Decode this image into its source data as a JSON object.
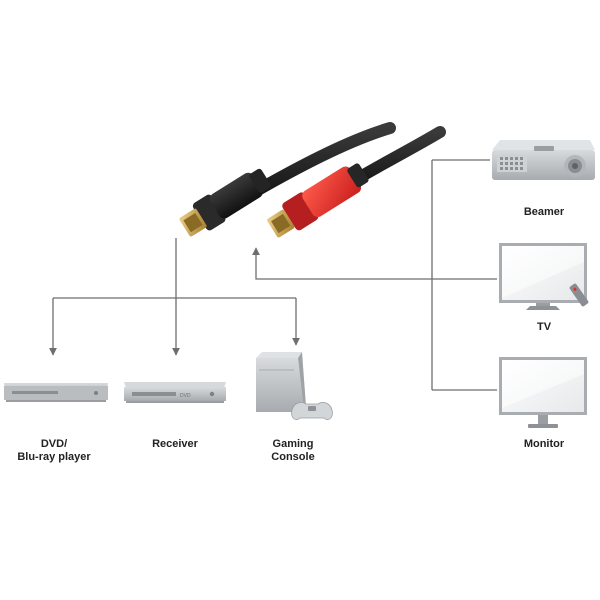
{
  "colors": {
    "connector_line": "#6e6e6e",
    "cable_black": "#1e1e1e",
    "plug_red": "#e0302a",
    "plug_gold": "#c9a24a",
    "device_gray": "#bfc3c6",
    "device_dark": "#8c9094",
    "text": "#222222"
  },
  "cable": {
    "source_plug": "black-hdmi-plug",
    "sink_plug": "red-hdmi-plug"
  },
  "sources": [
    {
      "id": "dvd",
      "icon": "dvd-player-icon",
      "label_lines": [
        "DVD/",
        "Blu-ray player"
      ]
    },
    {
      "id": "receiver",
      "icon": "av-receiver-icon",
      "label_lines": [
        "Receiver"
      ]
    },
    {
      "id": "console",
      "icon": "game-console-icon",
      "label_lines": [
        "Gaming",
        "Console"
      ]
    }
  ],
  "displays": [
    {
      "id": "beamer",
      "icon": "projector-icon",
      "label_lines": [
        "Beamer"
      ]
    },
    {
      "id": "tv",
      "icon": "tv-icon",
      "label_lines": [
        "TV"
      ]
    },
    {
      "id": "monitor",
      "icon": "monitor-icon",
      "label_lines": [
        "Monitor"
      ]
    }
  ]
}
